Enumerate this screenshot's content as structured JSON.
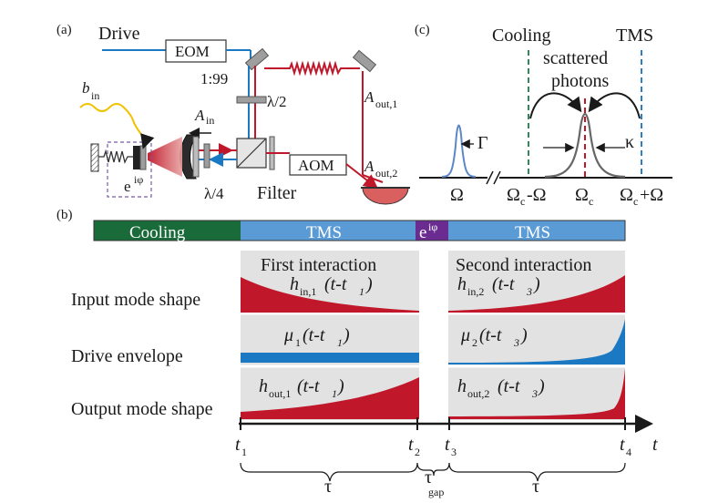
{
  "colors": {
    "red": "#c0182a",
    "blue": "#1b78c2",
    "green": "#1a6b3a",
    "bar_blue": "#5b9bd5",
    "bar_purple": "#6a2c91",
    "gray_panel": "#e2e2e2",
    "dash_green": "#2e8b57",
    "dash_blue": "#2a7fc4"
  },
  "panel_a": {
    "label": "(a)",
    "drive": "Drive",
    "eom": "EOM",
    "splitter_ratio": "1:99",
    "half_wave": "λ/2",
    "quarter_wave": "λ/4",
    "a_out1_main": "A",
    "a_out1_sub": "out,1",
    "a_out2_main": "A",
    "a_out2_sub": "out,2",
    "a_in_main": "A",
    "a_in_sub": "in",
    "b_in_main": "b",
    "b_in_sub": "in",
    "phase": "e",
    "phase_sup": "iφ",
    "aom": "AOM",
    "filter": "Filter"
  },
  "panel_c": {
    "label": "(c)",
    "cooling": "Cooling",
    "tms": "TMS",
    "scattered_line1": "scattered",
    "scattered_line2": "photons",
    "gamma": "Γ",
    "kappa": "κ",
    "omega": "Ω",
    "omega_c_minus": "Ω",
    "omega_c_minus_sub": "c",
    "omega_c_minus_tail": "-Ω",
    "omega_c": "Ω",
    "omega_c_sub": "c",
    "omega_c_plus": "Ω",
    "omega_c_plus_sub": "c",
    "omega_c_plus_tail": "+Ω"
  },
  "panel_b": {
    "label": "(b)",
    "bar_cooling": "Cooling",
    "bar_tms1": "TMS",
    "bar_phase": "e",
    "bar_phase_sup": "iφ",
    "bar_tms2": "TMS",
    "first_interaction": "First interaction",
    "second_interaction": "Second interaction",
    "row_input": "Input mode shape",
    "row_drive": "Drive envelope",
    "row_output": "Output mode shape",
    "h_in1": {
      "main": "h",
      "sub": "in,1",
      "arg": "(t-t",
      "arg_sub": "1",
      "close": ")"
    },
    "h_in2": {
      "main": "h",
      "sub": "in,2",
      "arg": "(t-t",
      "arg_sub": "3",
      "close": ")"
    },
    "mu1": {
      "main": "μ",
      "sub": "1",
      "arg": "(t-t",
      "arg_sub": "1",
      "close": ")"
    },
    "mu2": {
      "main": "μ",
      "sub": "2",
      "arg": "(t-t",
      "arg_sub": "3",
      "close": ")"
    },
    "h_out1": {
      "main": "h",
      "sub": "out,1",
      "arg": "(t-t",
      "arg_sub": "1",
      "close": ")"
    },
    "h_out2": {
      "main": "h",
      "sub": "out,2",
      "arg": "(t-t",
      "arg_sub": "3",
      "close": ")"
    },
    "axis_t": "t",
    "ticks": [
      {
        "main": "t",
        "sub": "1"
      },
      {
        "main": "t",
        "sub": "2"
      },
      {
        "main": "t",
        "sub": "3"
      },
      {
        "main": "t",
        "sub": "4"
      }
    ],
    "tau": "τ",
    "tau_gap_main": "τ",
    "tau_gap_sub": "gap"
  }
}
